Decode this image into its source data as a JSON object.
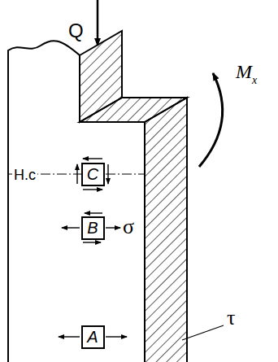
{
  "diagram": {
    "nodes": [
      {
        "text": [
          "C"
        ]
      },
      {
        "text": [
          "B"
        ]
      },
      {
        "text": [
          "A"
        ]
      }
    ],
    "labels": [
      "Q",
      "M",
      "x",
      "Н.с",
      "σ",
      "τ"
    ]
  }
}
